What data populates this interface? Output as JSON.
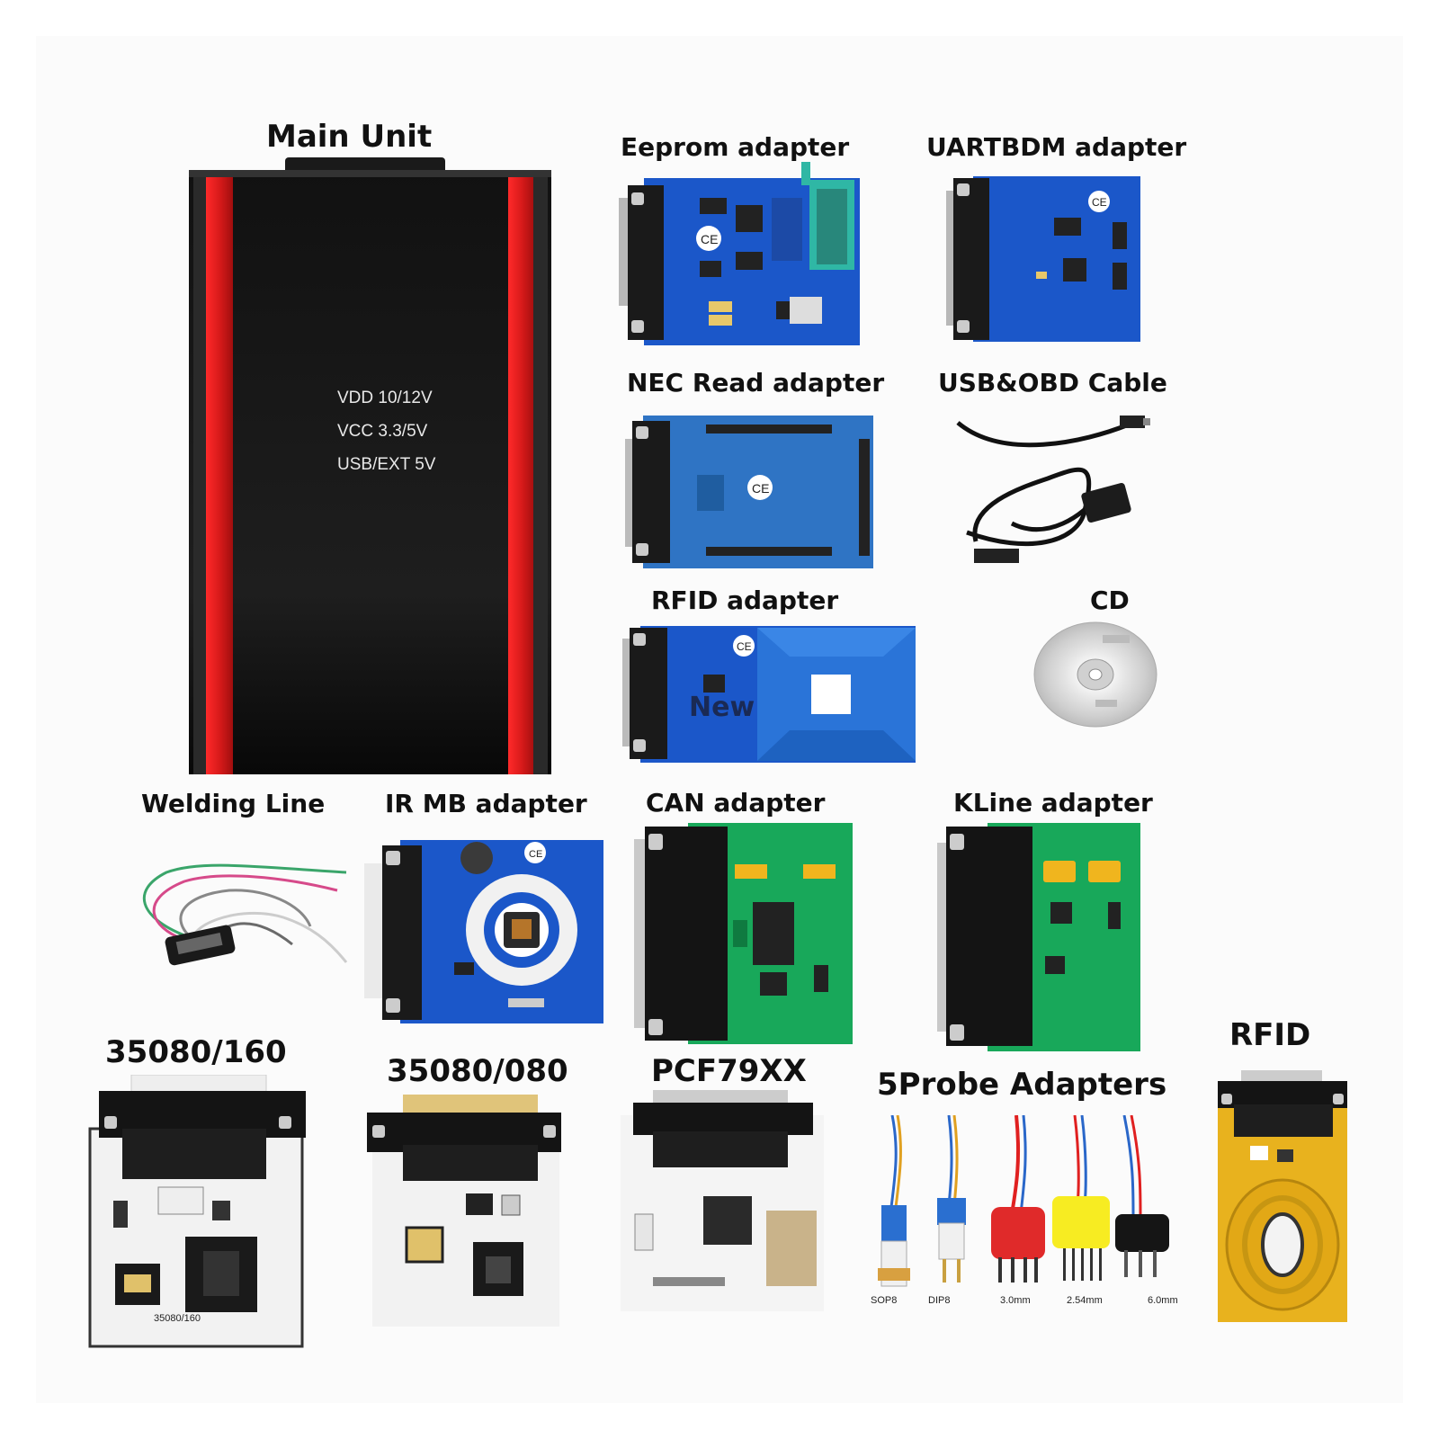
{
  "labels": {
    "main_unit": "Main Unit",
    "eeprom": "Eeprom adapter",
    "uartbdm": "UARTBDM adapter",
    "nec": "NEC Read adapter",
    "usb_obd": "USB&OBD Cable",
    "rfid_adapter": "RFID adapter",
    "cd": "CD",
    "welding": "Welding Line",
    "ir_mb": "IR MB adapter",
    "can": "CAN adapter",
    "kline": "KLine adapter",
    "m35080_160": "35080/160",
    "m35080_080": "35080/080",
    "pcf79xx": "PCF79XX",
    "probe5": "5Probe Adapters",
    "rfid": "RFID"
  },
  "main_unit_print": [
    "VDD 10/12V",
    "VCC 3.3/5V",
    "USB/EXT 5V"
  ],
  "rfid_adapter_overlay": "New",
  "probe_labels": [
    "SOP8",
    "DIP8",
    "3.0mm",
    "2.54mm",
    "6.0mm"
  ],
  "board_marks": {
    "m35080_160": "35080/160"
  },
  "colors": {
    "unit_body": "#141414",
    "unit_stripe": "#d81a1a",
    "pcb_blue": "#1b57c9",
    "pcb_green": "#18a85a",
    "pcb_white": "#f2f2f2",
    "pcb_gold": "#e8b21e"
  }
}
